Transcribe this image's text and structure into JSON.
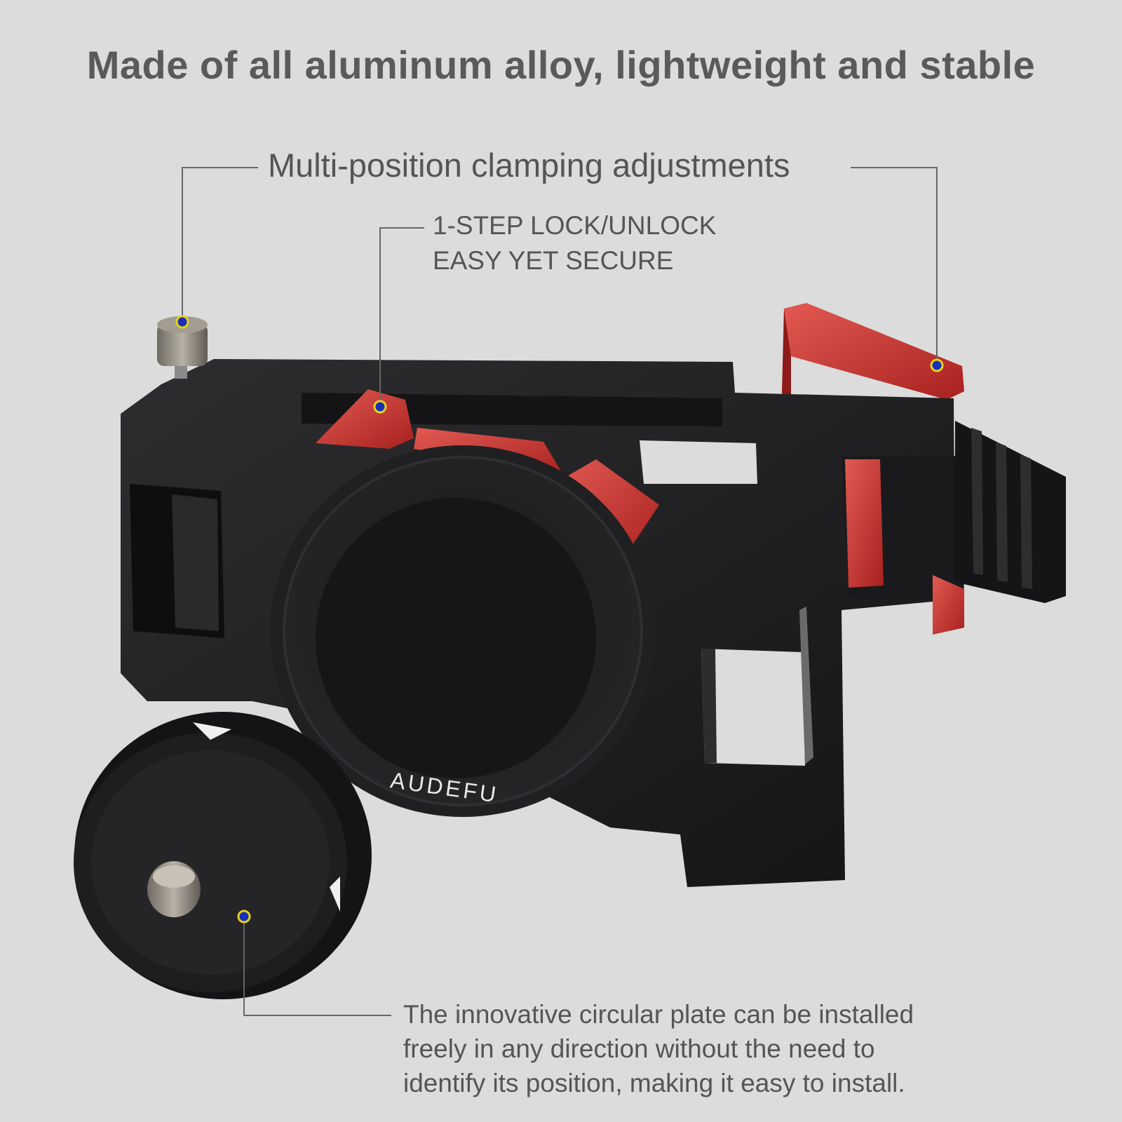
{
  "headline": "Made of all aluminum alloy, lightweight and stable",
  "callouts": {
    "clamping": "Multi-position clamping adjustments",
    "lock": [
      "1-STEP LOCK/UNLOCK",
      "EASY YET SECURE"
    ],
    "plate": [
      "The innovative circular plate can be installed",
      "freely in any direction without the need to",
      "identify its position, making it easy to install."
    ]
  },
  "brand": "AUDEFU",
  "colors": {
    "background": "#dcdcdc",
    "body": "#1c1c1e",
    "accent_red": "#c8332f",
    "marker": "#1a2fb8",
    "marker_ring": "#e6d21a"
  }
}
